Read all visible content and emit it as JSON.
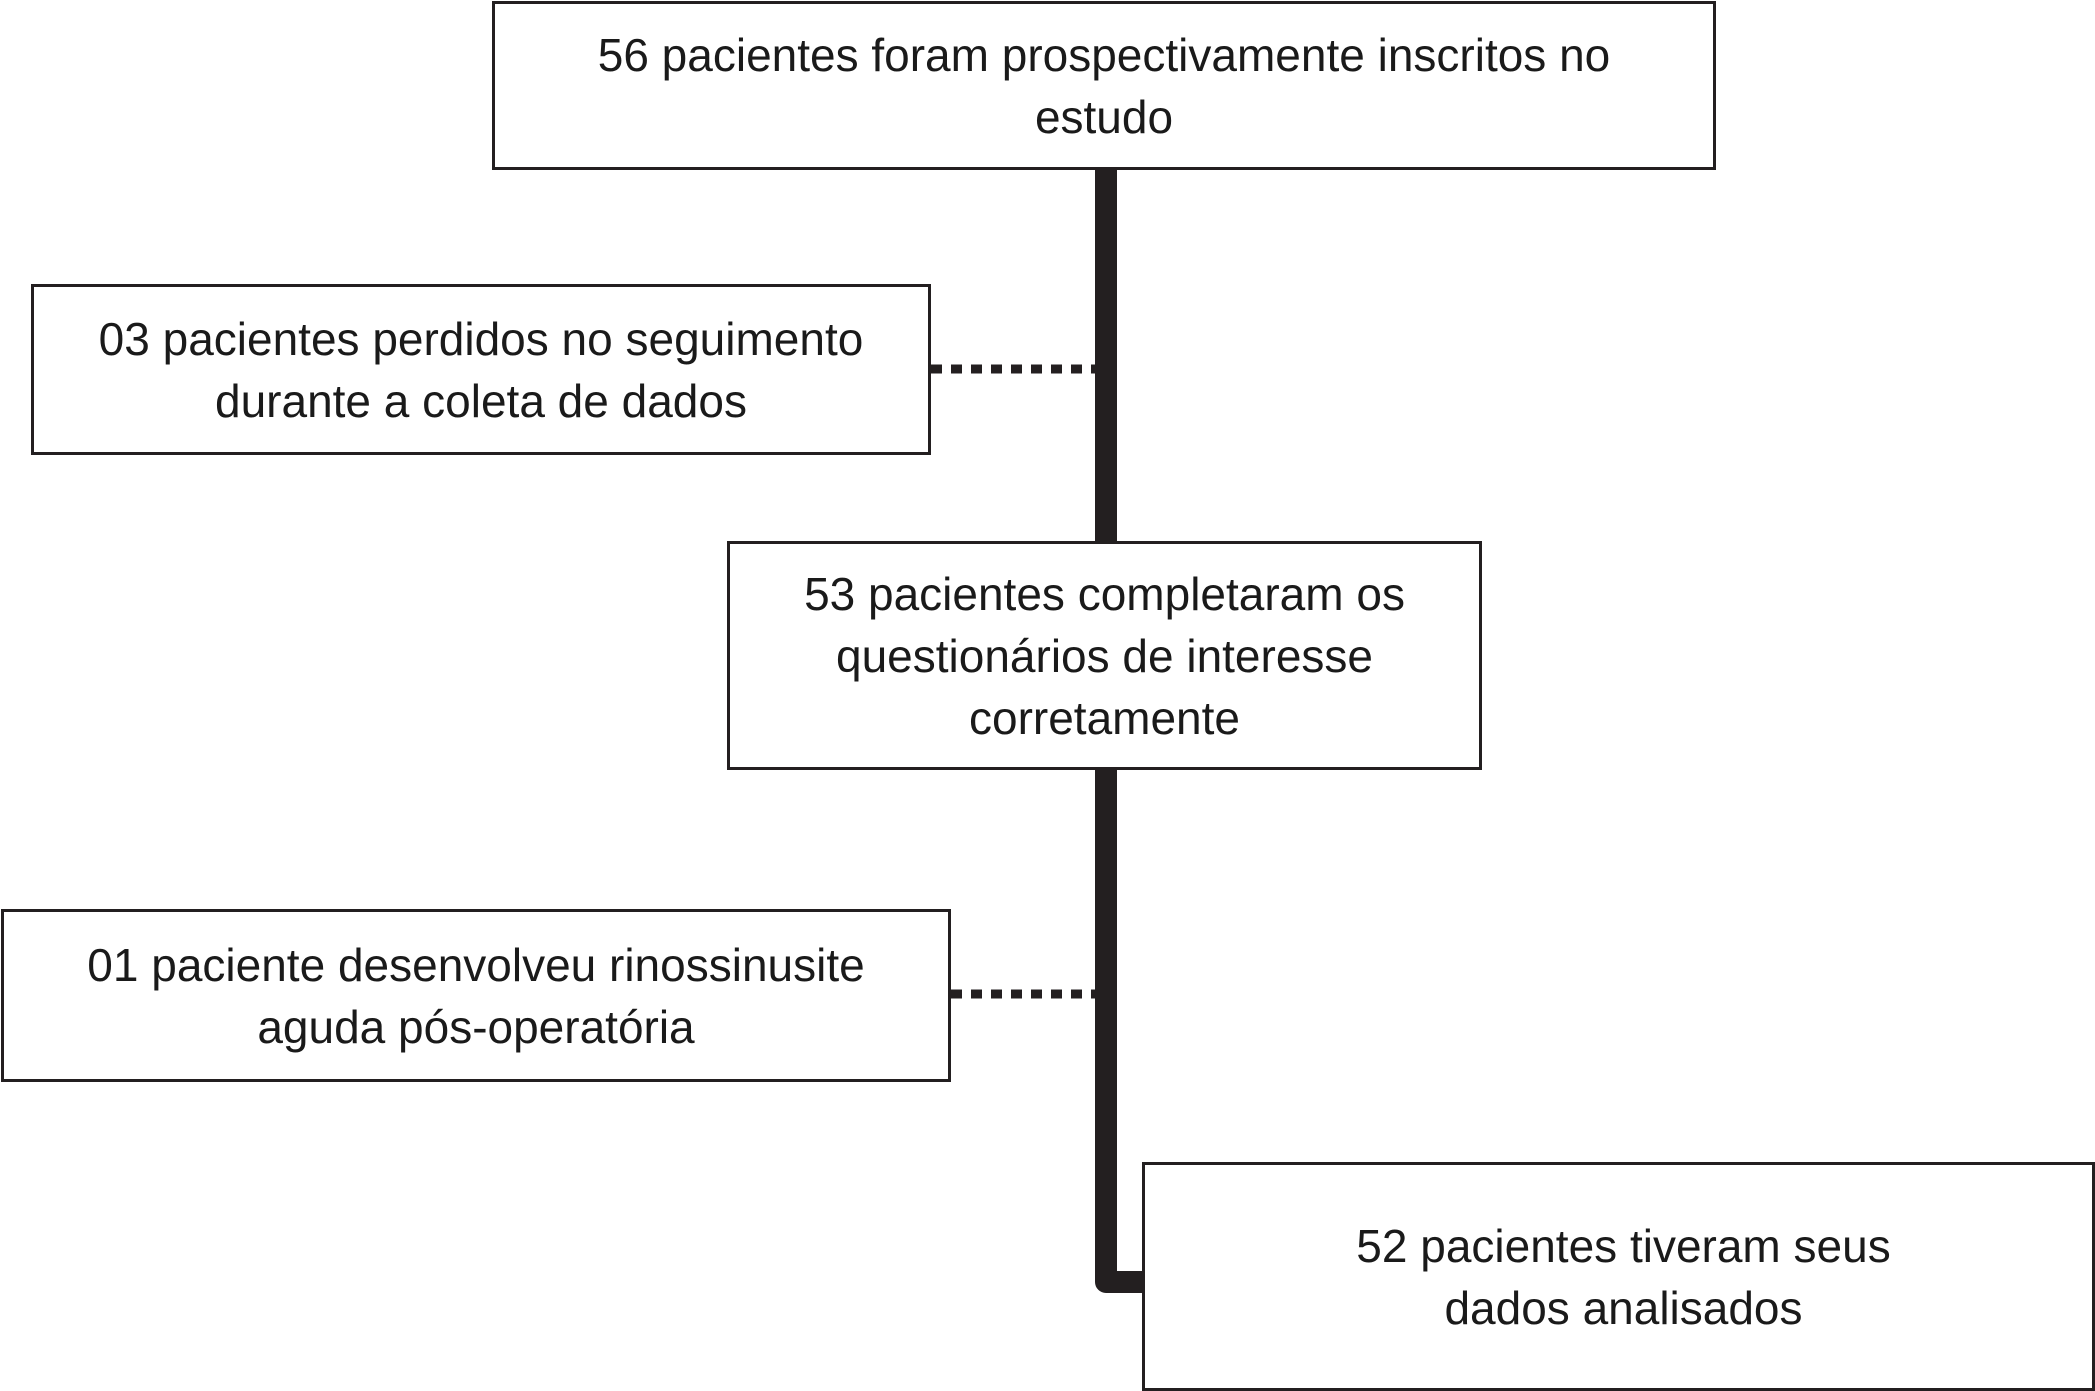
{
  "flowchart": {
    "enrolled": {
      "line1": "56 pacientes foram prospectivamente inscritos no",
      "line2": "estudo"
    },
    "lost_to_followup": {
      "line1": "03 pacientes perdidos no seguimento",
      "line2": "durante a coleta de dados"
    },
    "completed": {
      "line1": "53 pacientes completaram os",
      "line2": "questionários de interesse",
      "line3": "corretamente"
    },
    "excluded": {
      "line1": "01 paciente desenvolveu rinossinusite",
      "line2": "aguda pós-operatória"
    },
    "analyzed": {
      "line1": "52 pacientes tiveram seus",
      "line2": "dados analisados"
    }
  },
  "colors": {
    "line": "#231f20",
    "box_border": "#231f20",
    "text": "#1a1a1a"
  }
}
